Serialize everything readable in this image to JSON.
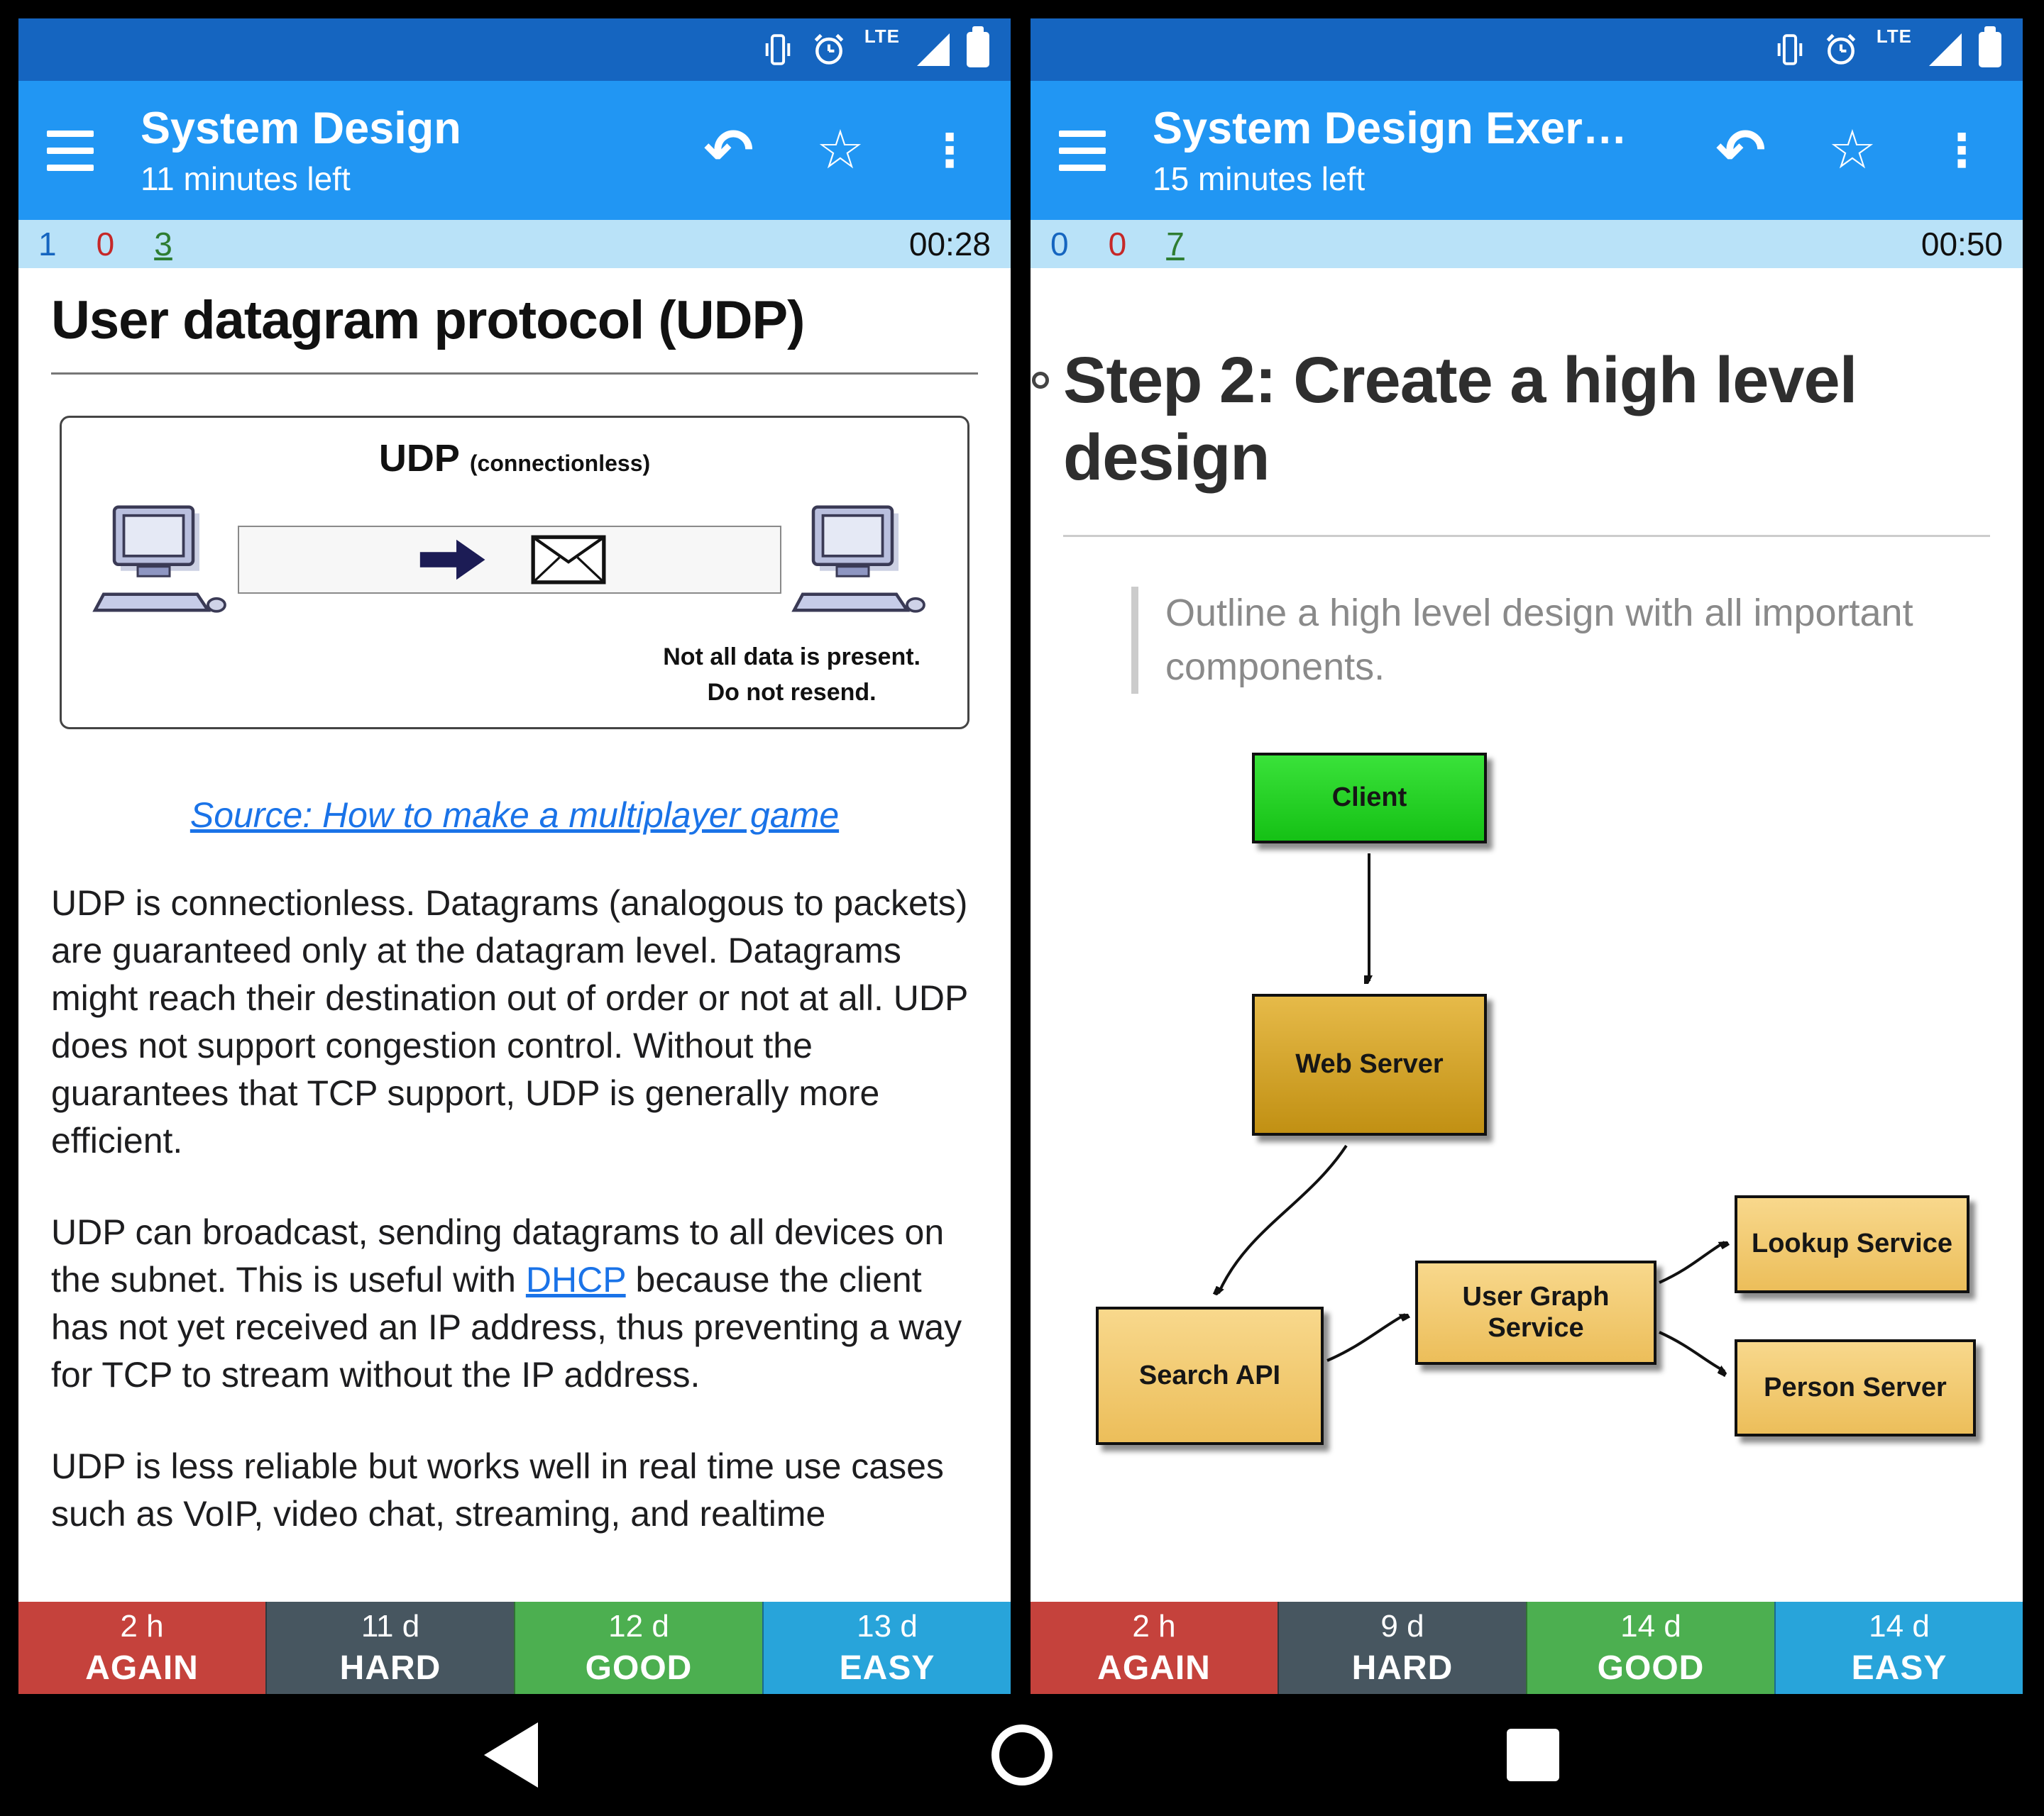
{
  "status": {
    "lte": "LTE"
  },
  "colors": {
    "status_bar": "#1565c0",
    "app_bar": "#2196f3",
    "counts_bar": "#b9e2f8",
    "again": "#c5423c",
    "hard": "#475660",
    "good": "#4caf50",
    "easy": "#28a4da",
    "new_count": "#1565c0",
    "learning_count": "#c62828",
    "review_count": "#2e7d32",
    "link": "#1a73e8",
    "client_box": "#24d424",
    "gold_box": "#cf9c1d",
    "tan_box": "#f2cb72"
  },
  "phones": [
    {
      "toolbar": {
        "title": "System Design",
        "subtitle": "11 minutes left"
      },
      "counts": {
        "new": "1",
        "learning": "0",
        "review": "3"
      },
      "timer": "00:28",
      "card": {
        "title": "User datagram protocol (UDP)",
        "figure": {
          "heading": "UDP",
          "heading_sub": "(connectionless)",
          "note1": "Not all data is present.",
          "note2": "Do not resend."
        },
        "source_link": "Source: How to make a multiplayer game",
        "para1": "UDP is connectionless. Datagrams (analogous to packets) are guaranteed only at the datagram level. Datagrams might reach their destination out of order or not at all. UDP does not support congestion control. Without the guarantees that TCP support, UDP is generally more efficient.",
        "para2_before": "UDP can broadcast, sending datagrams to all devices on the subnet. This is useful with ",
        "para2_link": "DHCP",
        "para2_after": " because the client has not yet received an IP address, thus preventing a way for TCP to stream without the IP address.",
        "para3": "UDP is less reliable but works well in real time use cases such as VoIP, video chat, streaming, and realtime"
      },
      "answers": [
        {
          "time": "2 h",
          "label": "AGAIN"
        },
        {
          "time": "11 d",
          "label": "HARD"
        },
        {
          "time": "12 d",
          "label": "GOOD"
        },
        {
          "time": "13 d",
          "label": "EASY"
        }
      ]
    },
    {
      "toolbar": {
        "title": "System Design Exer…",
        "subtitle": "15 minutes left"
      },
      "counts": {
        "new": "0",
        "learning": "0",
        "review": "7"
      },
      "timer": "00:50",
      "card": {
        "heading": "Step 2: Create a high level design",
        "quote": "Outline a high level design with all important components.",
        "diagram": {
          "client": "Client",
          "web_server": "Web Server",
          "search_api": "Search API",
          "user_graph_service": "User Graph Service",
          "lookup_service": "Lookup Service",
          "person_server": "Person Server"
        }
      },
      "answers": [
        {
          "time": "2 h",
          "label": "AGAIN"
        },
        {
          "time": "9 d",
          "label": "HARD"
        },
        {
          "time": "14 d",
          "label": "GOOD"
        },
        {
          "time": "14 d",
          "label": "EASY"
        }
      ]
    }
  ]
}
